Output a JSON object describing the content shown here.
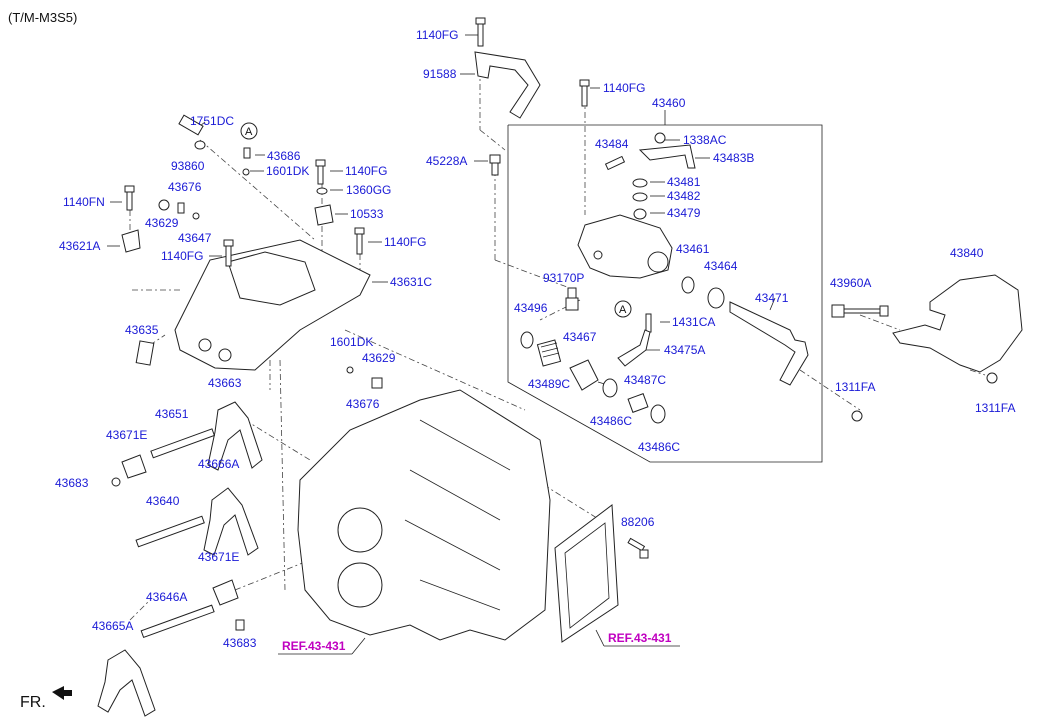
{
  "header": {
    "model": "(T/M-M3S5)"
  },
  "footer": {
    "direction": "FR."
  },
  "callouts": {
    "a1": "A",
    "a2": "A"
  },
  "refs": {
    "ref1": "REF.43-431",
    "ref2": "REF.43-431"
  },
  "parts": {
    "p1140fg_top": "1140FG",
    "p91588": "91588",
    "p1140fg_mid": "1140FG",
    "p43460": "43460",
    "p1751dc": "1751DC",
    "p43484": "43484",
    "p1338ac": "1338AC",
    "p43483b": "43483B",
    "p45228a": "45228A",
    "p43686": "43686",
    "p93860": "93860",
    "p1601dk_a": "1601DK",
    "p1140fg_b": "1140FG",
    "p43481": "43481",
    "p43676_a": "43676",
    "p1360gg": "1360GG",
    "p43482": "43482",
    "p1140fn": "1140FN",
    "p10533": "10533",
    "p43479": "43479",
    "p43629_a": "43629",
    "p43647": "43647",
    "p1140fg_c": "1140FG",
    "p43621a": "43621A",
    "p1140fg_d": "1140FG",
    "p43461": "43461",
    "p43840": "43840",
    "p43464": "43464",
    "p43631c": "43631C",
    "p93170p": "93170P",
    "p43960a": "43960A",
    "p43471": "43471",
    "p43496": "43496",
    "p1431ca": "1431CA",
    "p43635": "43635",
    "p1601dk_b": "1601DK",
    "p43467": "43467",
    "p43475a": "43475A",
    "p43629_b": "43629",
    "p43489c": "43489C",
    "p43487c": "43487C",
    "p1311fa_a": "1311FA",
    "p43663": "43663",
    "p43676_b": "43676",
    "p1311fa_b": "1311FA",
    "p43651": "43651",
    "p43486c_a": "43486C",
    "p43671e_a": "43671E",
    "p43486c_b": "43486C",
    "p43666a": "43666A",
    "p43683_a": "43683",
    "p43640": "43640",
    "p88206": "88206",
    "p43671e_b": "43671E",
    "p43646a": "43646A",
    "p43665a": "43665A",
    "p43683_b": "43683"
  }
}
